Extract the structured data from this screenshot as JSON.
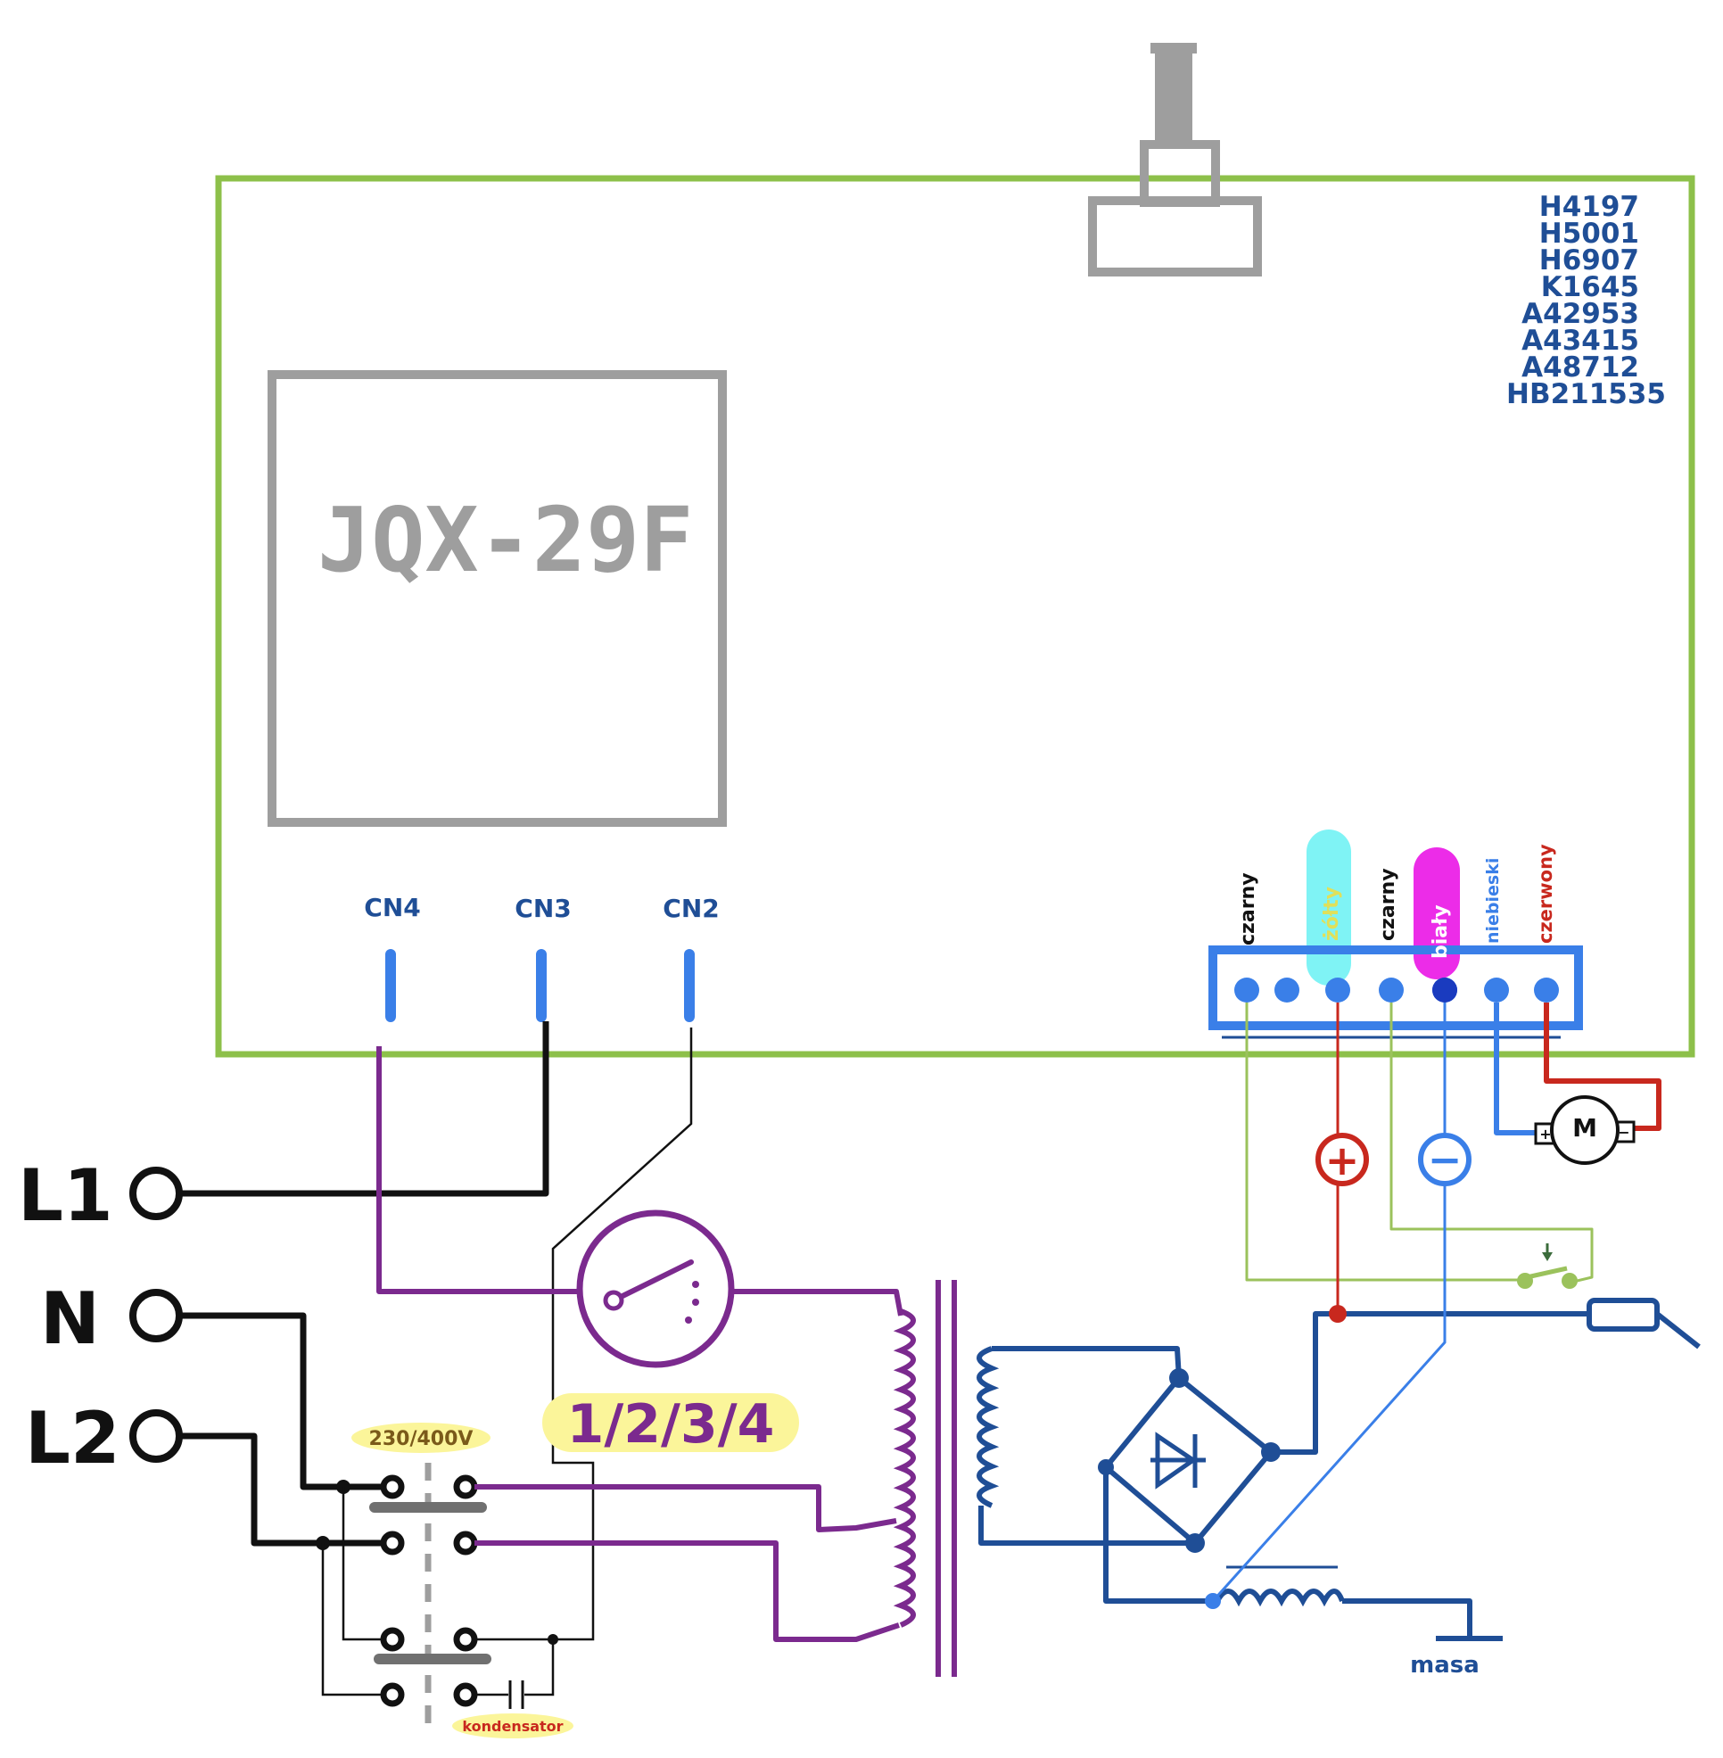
{
  "relay": {
    "label": "JQX-29F"
  },
  "part_numbers": [
    "H4197",
    "H5001",
    "H6907",
    "K1645",
    "A42953",
    "A43415",
    "A48712",
    "HB211535"
  ],
  "connectors": [
    "CN4",
    "CN3",
    "CN2"
  ],
  "terminal_wires": [
    "czarny",
    "żółty",
    "czarny",
    "biały",
    "niebieski",
    "czerwony"
  ],
  "mains": [
    "L1",
    "N",
    "L2"
  ],
  "voltage_switch_label": "230/400V",
  "selector_label": "1/2/3/4",
  "capacitor_label": "kondensator",
  "ground_label": "masa",
  "motor_label": "M",
  "plus_symbol": "+",
  "minus_symbol": "−",
  "colors": {
    "board": "#8dc04a",
    "gray": "#9e9e9e",
    "blue_dark": "#1f4e96",
    "blue_light": "#3a7fe8",
    "purple": "#7b2a8e",
    "red": "#c8281e",
    "green_wire": "#9bc25c",
    "black": "#111111",
    "cyan_highlight": "#7ff3f5",
    "magenta_highlight": "#ec2ce8",
    "yellow_highlight": "#fbf59a"
  }
}
